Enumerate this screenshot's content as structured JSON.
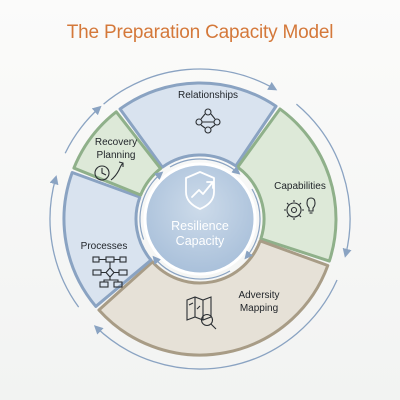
{
  "title": "The Preparation Capacity Model",
  "colors": {
    "title": "#d4783a",
    "blue_fill": "#d9e3ef",
    "blue_stroke": "#8aa3c2",
    "green_fill": "#dde9d8",
    "green_stroke": "#8fb08a",
    "tan_fill": "#e6e1d7",
    "tan_stroke": "#a89c86",
    "center_fill": "#b7cce2",
    "center_text": "#ffffff",
    "arrow": "#8aa3c2"
  },
  "center": {
    "line1": "Resilience",
    "line2": "Capacity",
    "icon": "shield-growth-arrow-icon"
  },
  "segments": [
    {
      "id": "relationships",
      "label_lines": [
        "Relationships"
      ],
      "icon": "people-network-icon",
      "color": "blue"
    },
    {
      "id": "capabilities",
      "label_lines": [
        "Capabilities"
      ],
      "icon": "gear-lightbulb-icon",
      "color": "green"
    },
    {
      "id": "adversity-mapping",
      "label_lines": [
        "Adversity",
        "Mapping"
      ],
      "icon": "map-magnifier-icon",
      "color": "tan"
    },
    {
      "id": "processes",
      "label_lines": [
        "Processes"
      ],
      "icon": "flowchart-icon",
      "color": "blue"
    },
    {
      "id": "recovery-planning",
      "label_lines": [
        "Recovery",
        "Planning"
      ],
      "icon": "clock-upward-arrow-icon",
      "color": "green"
    }
  ]
}
